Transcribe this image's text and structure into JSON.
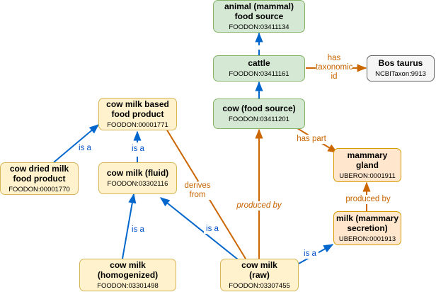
{
  "colors": {
    "blue_edge": "#0066cc",
    "orange_edge": "#cc6600"
  },
  "nodes": {
    "animal": {
      "title": "animal (mammal)\nfood source",
      "id": "FOODON:03411134"
    },
    "cattle": {
      "title": "cattle",
      "id": "FOODON:03411161"
    },
    "bos": {
      "title": "Bos taurus",
      "id": "NCBITaxon:9913"
    },
    "cowfood": {
      "title": "cow (food source)",
      "id": "FOODON:03411201"
    },
    "cmbased": {
      "title": "cow milk based\nfood product",
      "id": "FOODON:00001771"
    },
    "dried": {
      "title": "cow dried milk\nfood product",
      "id": "FOODON:00001770"
    },
    "fluid": {
      "title": "cow milk (fluid)",
      "id": "FOODON:03302116"
    },
    "gland": {
      "title": "mammary\ngland",
      "id": "UBERON:0001911"
    },
    "secretion": {
      "title": "milk (mammary\nsecretion)",
      "id": "UBERON:0001913"
    },
    "homog": {
      "title": "cow milk\n(homogenized)",
      "id": "FOODON:03301498"
    },
    "raw": {
      "title": "cow milk\n(raw)",
      "id": "FOODON:03307455"
    }
  },
  "labels": {
    "has_taxonomic_id": "has\ntaxonomic\nid",
    "has_part": "has part",
    "is_a": "is a",
    "derives_from": "derives\nfrom",
    "produced_by": "produced by"
  }
}
